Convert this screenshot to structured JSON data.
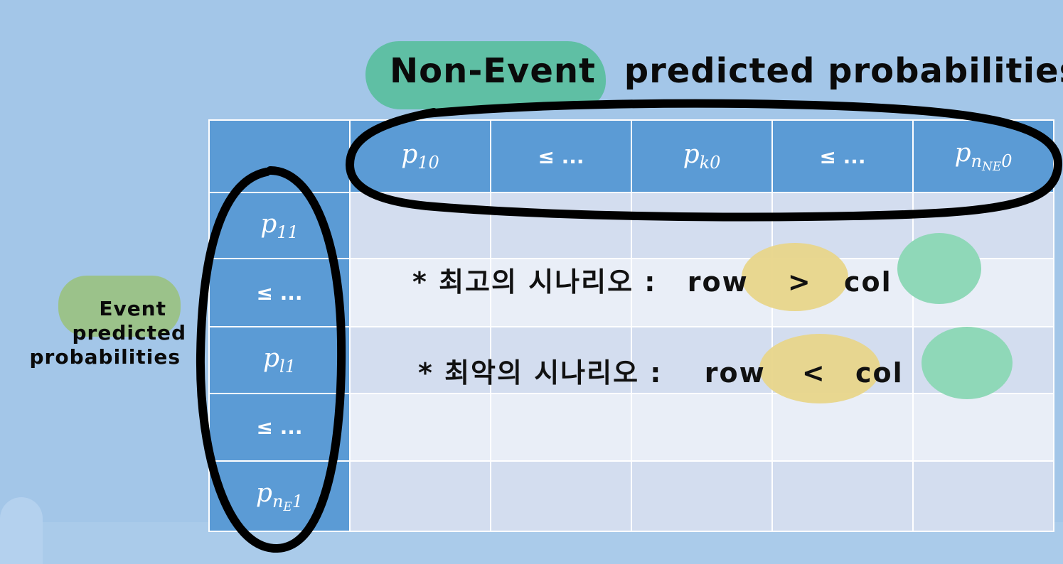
{
  "title": "Non-Event predicted probabilities",
  "title_parts": {
    "highlighted": "Non-Event",
    "rest": "predicted probabilities"
  },
  "side_label": {
    "line1": "Event",
    "line2": "predicted",
    "line3": "probabilities"
  },
  "header_cells": [
    {
      "kind": "math",
      "base": "p",
      "sub": "10"
    },
    {
      "kind": "text",
      "text": "≤ ..."
    },
    {
      "kind": "math",
      "base": "p",
      "sub": "k0"
    },
    {
      "kind": "text",
      "text": "≤ ..."
    },
    {
      "kind": "math",
      "base": "p",
      "sub": "n",
      "subsub": "NE",
      "suffix": "0"
    }
  ],
  "row_cells": [
    {
      "kind": "math",
      "base": "p",
      "sub": "11"
    },
    {
      "kind": "text",
      "text": "≤ ..."
    },
    {
      "kind": "math",
      "base": "p",
      "sub": "l1"
    },
    {
      "kind": "text",
      "text": "≤ ..."
    },
    {
      "kind": "math",
      "base": "p",
      "sub": "n",
      "subsub": "E",
      "suffix": "1"
    }
  ],
  "notes": {
    "best": {
      "prefix": "* 최고의 시나리오 :",
      "row": "row",
      "op": ">",
      "col": "col"
    },
    "worst": {
      "prefix": "* 최악의 시나리오 :",
      "row": "row",
      "op": "<",
      "col": "col"
    }
  },
  "colors": {
    "background": "#a3c6e8",
    "header_cell": "#5b9bd5",
    "body_row_a": "#d3ddef",
    "body_row_b": "#e9eef7",
    "title_highlight": "#5fbfa4",
    "side_highlight": "#9bc28a",
    "row_highlight": "#e8d58a",
    "col_highlight": "#8fd8b8"
  }
}
